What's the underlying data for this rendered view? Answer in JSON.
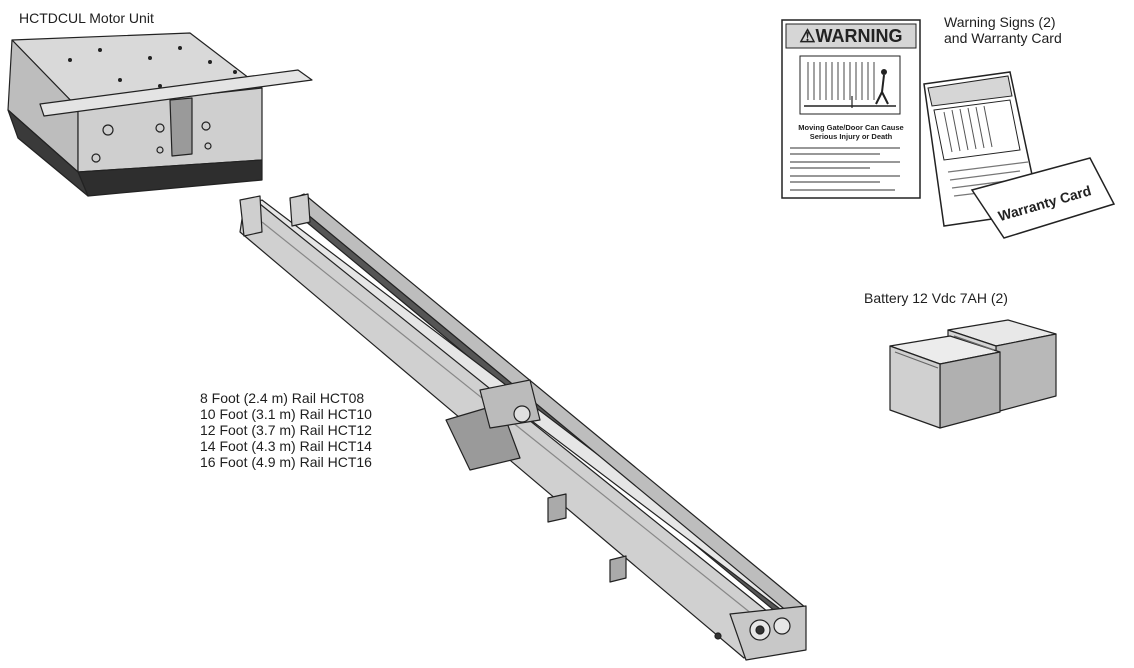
{
  "labels": {
    "motor_unit": "HCTDCUL Motor Unit",
    "warning_line1": "Warning Signs (2)",
    "warning_line2": "and Warranty Card",
    "battery": "Battery 12 Vdc 7AH (2)"
  },
  "rails": [
    "8 Foot (2.4 m) Rail HCT08",
    "10 Foot (3.1 m) Rail HCT10",
    "12 Foot (3.7 m) Rail HCT12",
    "14 Foot (4.3 m) Rail HCT14",
    "16 Foot (4.9 m) Rail HCT16"
  ],
  "warning_sign": {
    "header": "⚠WARNING",
    "headline_line1": "Moving Gate/Door Can Cause",
    "headline_line2": "Serious Injury or Death"
  },
  "warranty_card": {
    "title": "Warranty Card"
  },
  "colors": {
    "ink": "#1e1e1e",
    "metal": "#d4d4d4",
    "shadow": "#3a3a3a"
  }
}
